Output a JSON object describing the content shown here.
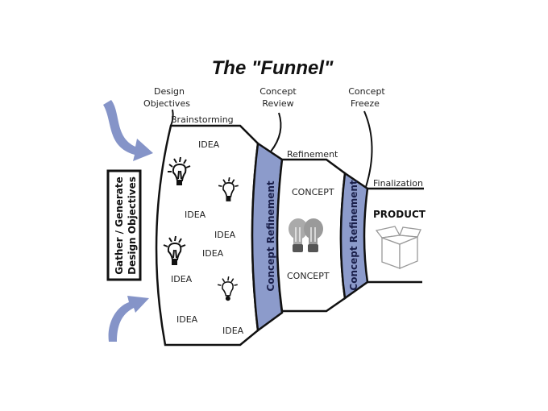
{
  "title": "The \"Funnel\"",
  "milestones": {
    "design_objectives": [
      "Design",
      "Objectives"
    ],
    "concept_review": [
      "Concept",
      "Review"
    ],
    "concept_freeze": [
      "Concept",
      "Freeze"
    ]
  },
  "stages": {
    "brainstorming": "Brainstorming",
    "refinement": "Refinement",
    "finalization": "Finalization"
  },
  "bands": {
    "band1": "Concept Refinement",
    "band2": "Concept Refinement"
  },
  "side_box": [
    "Gather / Generate",
    "Design Objectives"
  ],
  "ideas": [
    "IDEA",
    "IDEA",
    "IDEA",
    "IDEA",
    "IDEA",
    "IDEA",
    "IDEA"
  ],
  "concepts": [
    "CONCEPT",
    "CONCEPT"
  ],
  "product": "PRODUCT",
  "colors": {
    "band_fill": "#8c9bcb",
    "arrow_fill": "#8594c8",
    "outline": "#111111"
  }
}
